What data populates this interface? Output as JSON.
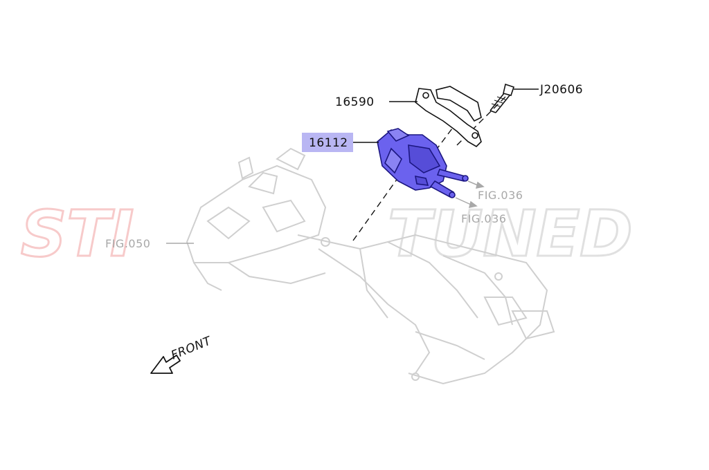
{
  "watermark": {
    "left": "STI",
    "right": "TUNED",
    "left_color": "#f2a0a0",
    "right_color": "#c8c8c8"
  },
  "parts": {
    "throttle_body": "16112",
    "bracket": "16590",
    "bolt": "J20606"
  },
  "references": {
    "fig_upper": "FIG.036",
    "fig_lower": "FIG.036",
    "fig_left": "FIG.050"
  },
  "direction_label": "FRONT",
  "colors": {
    "highlight_part": "#6b62ee",
    "highlight_label_bg": "#b9b6f3",
    "ghost_lines": "#cfcfcf",
    "ink": "#111111"
  }
}
